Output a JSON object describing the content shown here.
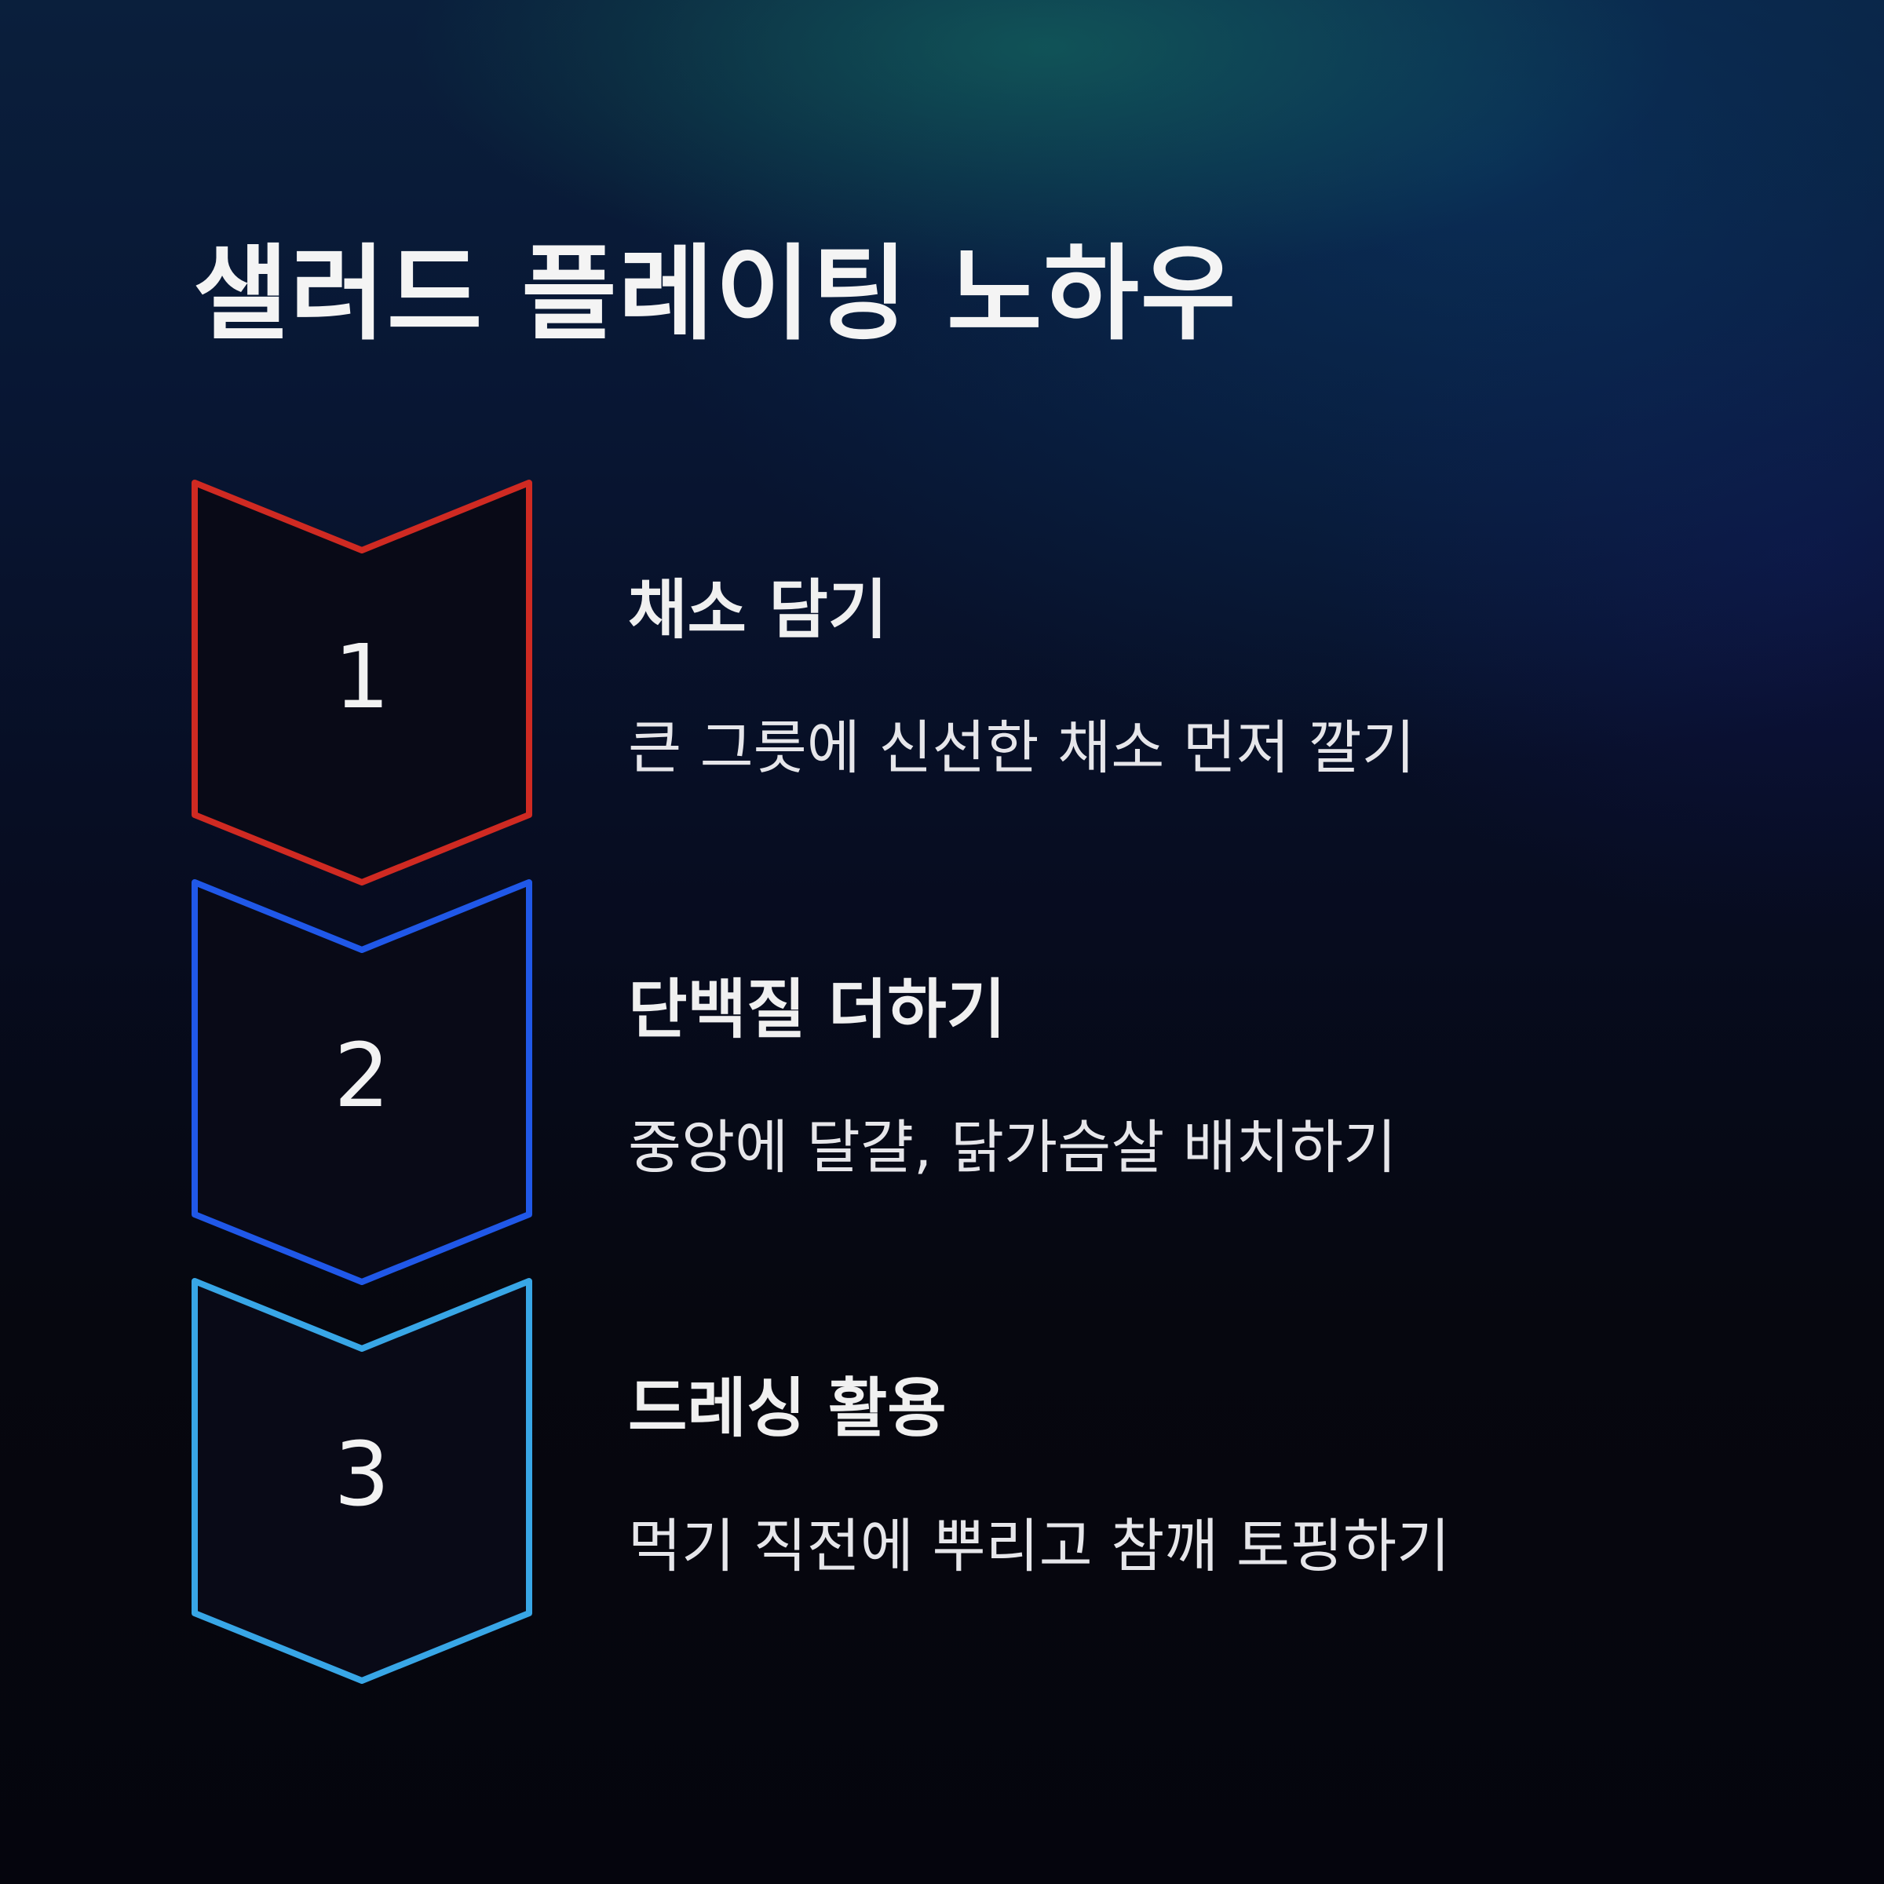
{
  "title": "샐러드 플레이팅 노하우",
  "steps": [
    {
      "number": "1",
      "title": "채소 담기",
      "description": "큰 그릇에 신선한 채소 먼저 깔기",
      "color": "#cf2a22"
    },
    {
      "number": "2",
      "title": "단백질 더하기",
      "description": "중앙에 달걀, 닭가슴살 배치하기",
      "color": "#2058e8"
    },
    {
      "number": "3",
      "title": "드레싱 활용",
      "description": "먹기 직전에 뿌리고 참깨 토핑하기",
      "color": "#38a6e6"
    }
  ]
}
